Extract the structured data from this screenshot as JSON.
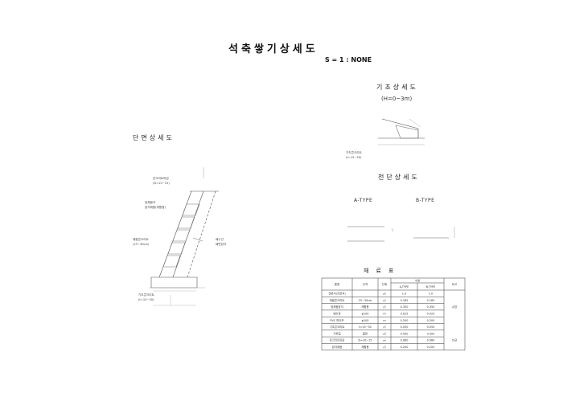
{
  "title": "석축쌓기상세도",
  "scale": "S = 1 : NONE",
  "sections": {
    "cross": "단면상세도",
    "foundation": "기초상세도",
    "foundation_range": "(H=0~3m)",
    "plan": "천단상세도"
  },
  "cross_labels": [
    "콘크리트마감",
    "(D=10~15)",
    "뒷채움석",
    "잡석채움(재활용)",
    "채움콘크리트",
    "(25~30cm)",
    "기초콘크리트",
    "(t=15~30)",
    "배수관",
    "배면잡석"
  ],
  "foundation_labels": [
    "기초콘크리트",
    "(t=15~30)"
  ],
  "types": [
    "A-TYPE",
    "B-TYPE"
  ],
  "table": {
    "title": "재료표",
    "header_top": "수량",
    "header": [
      "품명",
      "규격",
      "단위",
      "A-TYPE",
      "B-TYPE",
      "비고"
    ],
    "rows": [
      [
        "전면석(자연석)",
        "",
        "㎥",
        "1.0",
        "1.0",
        ""
      ],
      [
        "채움콘크리트",
        "25~30cm",
        "㎥",
        "0.185",
        "0.185",
        ""
      ],
      [
        "뒷채움잡석",
        "재활용",
        "㎥",
        "0.350",
        "0.350",
        "㎥당"
      ],
      [
        "배수관",
        "φ100",
        "m",
        "0.025",
        "0.025",
        ""
      ],
      [
        "PVC 파이프",
        "φ100",
        "m",
        "0.200",
        "0.200",
        ""
      ],
      [
        "기초콘크리트",
        "t=15~30",
        "㎥",
        "0.050",
        "0.050",
        ""
      ],
      [
        "거푸집",
        "합판",
        "㎡",
        "0.500",
        "0.500",
        ""
      ],
      [
        "콘크리트마감",
        "D=10~15",
        "㎥",
        "0.080",
        "0.080",
        "m당"
      ],
      [
        "잡석채움",
        "재활용",
        "㎥",
        "0.200",
        "0.200",
        ""
      ]
    ]
  }
}
